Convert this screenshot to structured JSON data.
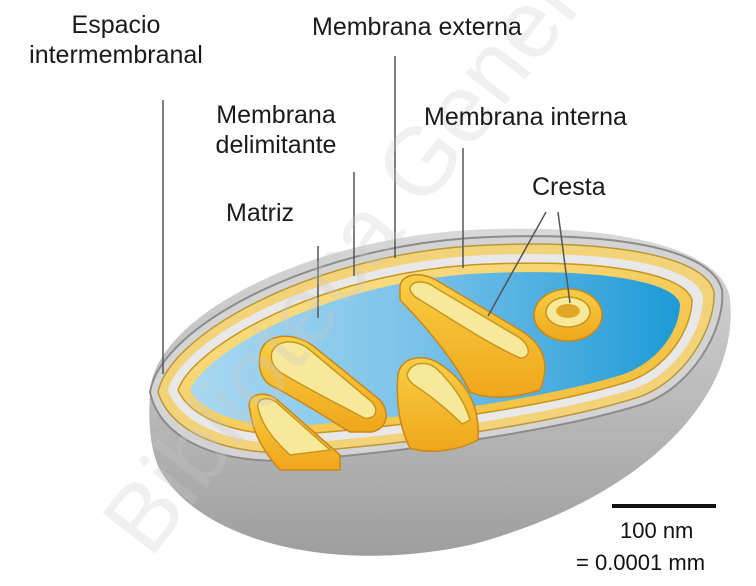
{
  "labels": {
    "intermembrane_space": "Espacio\nintermembranal",
    "outer_membrane": "Membrana externa",
    "boundary_membrane": "Membrana\ndelimitante",
    "inner_membrane": "Membrana interna",
    "crista": "Cresta",
    "matrix": "Matriz"
  },
  "scale_bar": {
    "length": "100 nm",
    "equivalent": "= 0.0001 mm"
  },
  "watermark": "Biblioteca General de Biblioteca",
  "colors": {
    "outer_shell": "#cfcfcf",
    "membrane_yellow": "#f2c640",
    "membrane_light": "#f7e58a",
    "matrix_blue": "#3aa6dc",
    "matrix_light": "#a8d6ef",
    "intermembrane_space": "#e6e6e6"
  }
}
